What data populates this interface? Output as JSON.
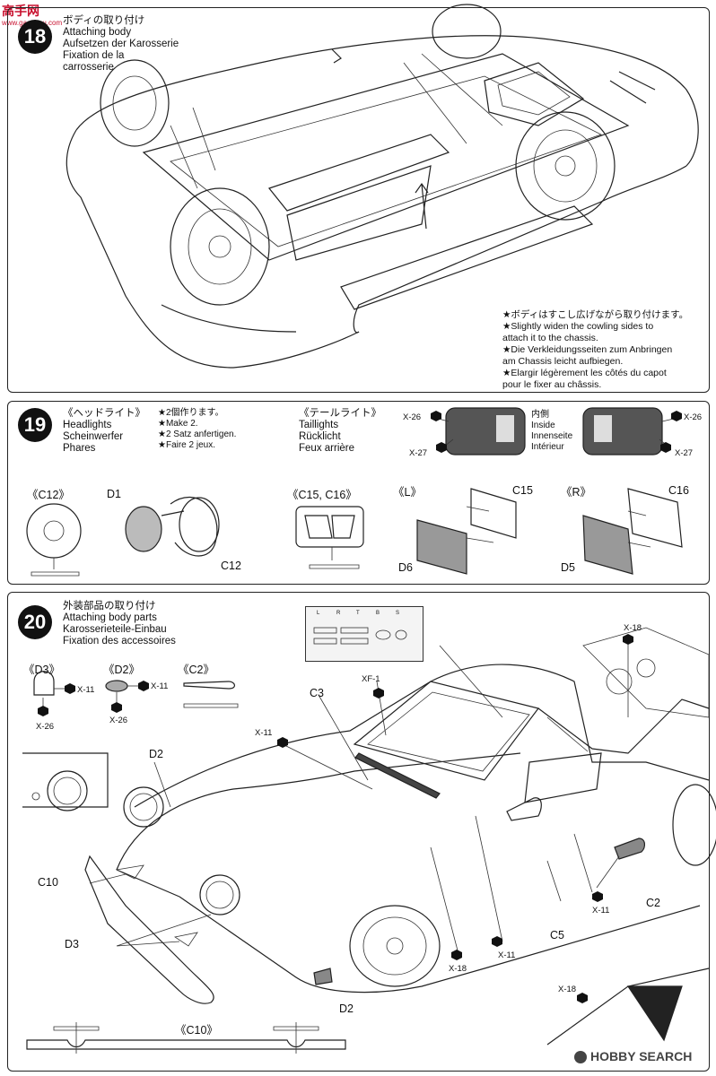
{
  "watermark_top": {
    "logo": "高手网",
    "url": "www.gaoshou.com"
  },
  "step18": {
    "number": "18",
    "lines": [
      "ボディの取り付け",
      "Attaching body",
      "Aufsetzen der Karosserie",
      "Fixation de la",
      "carrosserie"
    ],
    "note": [
      "★ボディはすこし広げながら取り付けます。",
      "★Slightly widen the cowling sides to",
      "attach it to the chassis.",
      "★Die Verkleidungsseiten zum Anbringen",
      "am Chassis leicht aufbiegen.",
      "★Elargir légèrement les côtés du capot",
      "pour le fixer au châssis."
    ]
  },
  "step19": {
    "number": "19",
    "left_lines": [
      "《ヘッドライト》",
      "Headlights",
      "Scheinwerfer",
      "Phares"
    ],
    "make2": [
      "★2個作ります。",
      "★Make 2.",
      "★2 Satz anfertigen.",
      "★Faire 2 jeux."
    ],
    "tail_lines": [
      "《テールライト》",
      "Taillights",
      "Rücklicht",
      "Feux arrière"
    ],
    "inside_lines": [
      "内側",
      "Inside",
      "Innenseite",
      "Intérieur"
    ],
    "parts": {
      "x26": "X-26",
      "x27": "X-27",
      "c12_title": "《C12》",
      "c12": "C12",
      "d1": "D1",
      "c15c16_title": "《C15, C16》",
      "l_title": "《L》",
      "r_title": "《R》",
      "c15": "C15",
      "c16": "C16",
      "d6": "D6",
      "d5": "D5"
    }
  },
  "step20": {
    "number": "20",
    "lines": [
      "外装部品の取り付け",
      "Attaching body parts",
      "Karosserieteile-Einbau",
      "Fixation des accessoires"
    ],
    "sub_titles": {
      "d3": "《D3》",
      "d2": "《D2》",
      "c2": "《C2》",
      "c10": "《C10》"
    },
    "decal_tags": [
      "L",
      "R",
      "T",
      "B",
      "S"
    ],
    "labels": {
      "x11": "X-11",
      "x26": "X-26",
      "x18": "X-18",
      "xf1": "XF-1",
      "c3": "C3",
      "d2": "D2",
      "c10": "C10",
      "d3": "D3",
      "c5": "C5",
      "c2": "C2"
    }
  },
  "watermark_bottom": {
    "brand": "HOBBY SEARCH"
  }
}
